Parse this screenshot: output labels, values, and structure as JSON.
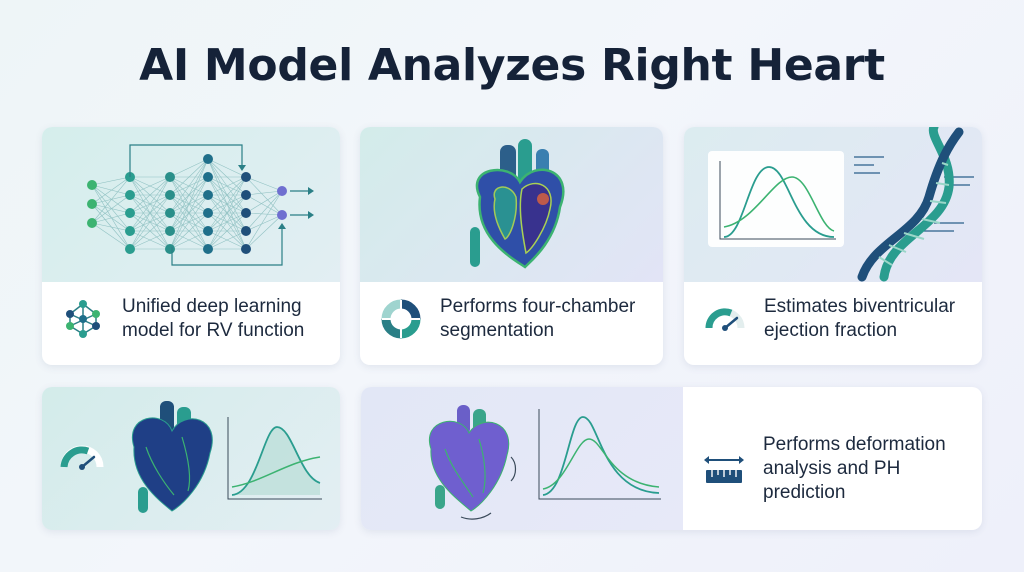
{
  "title": "AI Model Analyzes Right Heart",
  "cards": [
    {
      "caption": "Unified deep learning model for RV function",
      "icon": "network-icon"
    },
    {
      "caption": "Performs four-chamber segmentation",
      "icon": "segment-ring-icon"
    },
    {
      "caption": "Estimates biventricular ejection fraction",
      "icon": "gauge-icon"
    },
    {
      "caption": "Performs deformation analysis and PH prediction",
      "icon": "ruler-arrow-icon"
    }
  ],
  "colors": {
    "teal": "#2a9d8f",
    "green": "#3cb371",
    "navy": "#1f4f7a",
    "purple": "#7b6fd6",
    "tealLight": "#d9efee",
    "lavender": "#e6e6f7"
  }
}
